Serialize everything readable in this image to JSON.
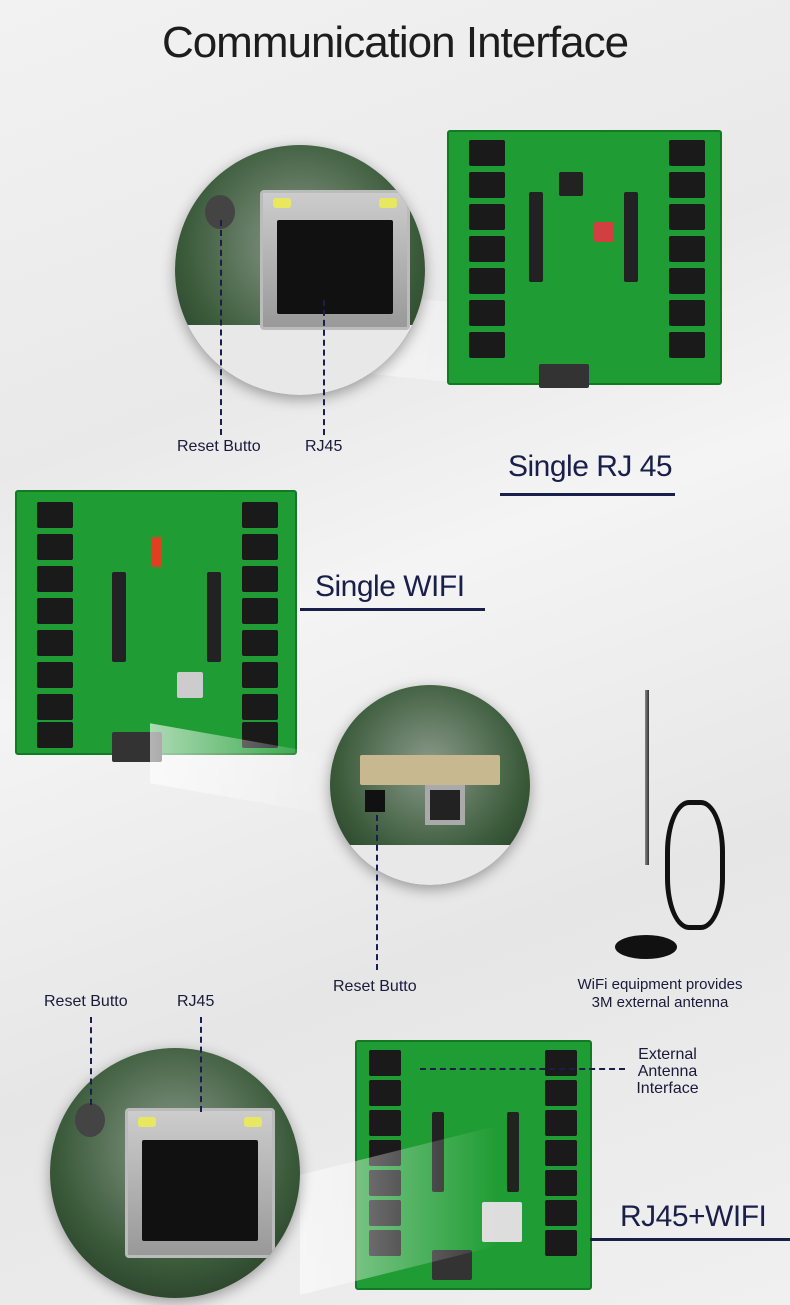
{
  "title": "Communication Interface",
  "section1": {
    "heading": "Single RJ 45",
    "labels": {
      "reset": "Reset Butto",
      "rj45": "RJ45"
    }
  },
  "section2": {
    "heading": "Single WIFI",
    "labels": {
      "reset": "Reset Butto"
    },
    "antenna_note": [
      "WiFi equipment provides",
      "3M external antenna"
    ]
  },
  "section3": {
    "heading": "RJ45+WIFI",
    "labels": {
      "reset": "Reset Butto",
      "rj45": "RJ45",
      "antenna_interface": [
        "External",
        "Antenna",
        "Interface"
      ]
    }
  },
  "colors": {
    "pcb": "#1f9c33",
    "text": "#1a1f4a"
  }
}
